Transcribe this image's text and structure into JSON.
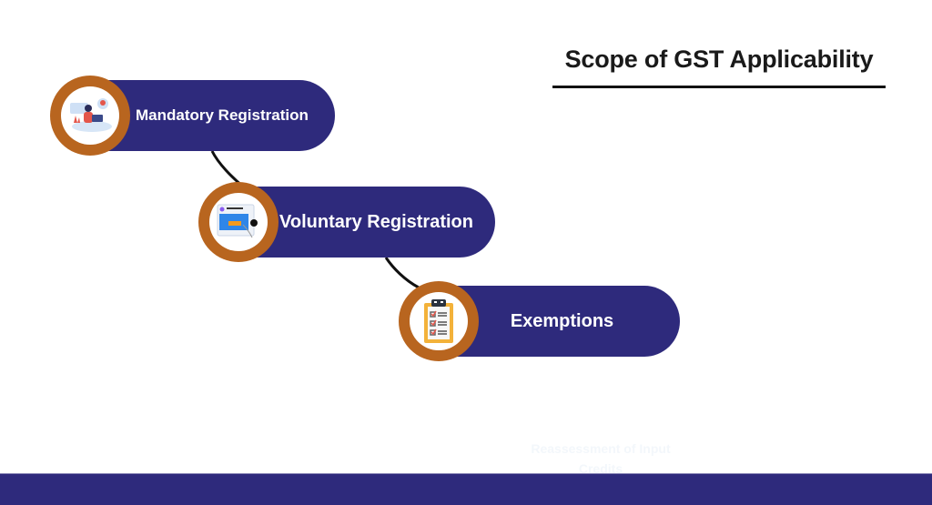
{
  "title": "Scope of GST Applicability",
  "steps": [
    {
      "label": "Mandatory Registration",
      "icon": "person-at-laptop-icon"
    },
    {
      "label": "Voluntary Registration",
      "icon": "online-form-click-icon"
    },
    {
      "label": "Exemptions",
      "icon": "clipboard-checklist-icon"
    }
  ],
  "hidden_step": {
    "line1": "Reassessment of Input",
    "line2": "Credits"
  },
  "colors": {
    "pill": "#2e2a7c",
    "ring": "#b8651f",
    "footer": "#2e2a7c",
    "title": "#1a1a1a"
  }
}
